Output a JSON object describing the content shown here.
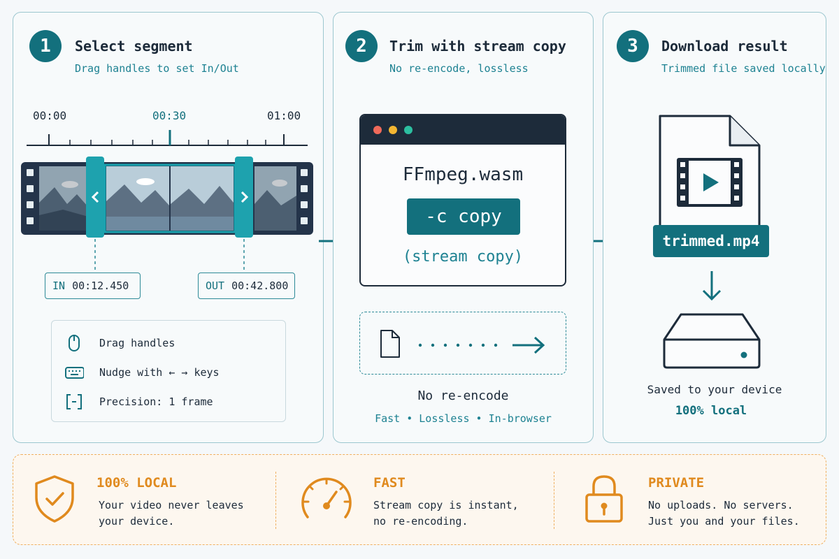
{
  "steps": [
    {
      "number": "1",
      "title": "Select segment",
      "subtitle": "Drag handles to set In/Out"
    },
    {
      "number": "2",
      "title": "Trim with stream copy",
      "subtitle": "No re-encode, lossless"
    },
    {
      "number": "3",
      "title": "Download result",
      "subtitle": "Trimmed file saved locally"
    }
  ],
  "timeline": {
    "ticks": [
      "00:00",
      "00:30",
      "01:00"
    ],
    "in_label": "IN",
    "in_time": "00:12.450",
    "out_label": "OUT",
    "out_time": "00:42.800"
  },
  "hints": [
    {
      "icon": "mouse-icon",
      "text": "Drag handles"
    },
    {
      "icon": "keyboard-icon",
      "text": "Nudge with ← → keys"
    },
    {
      "icon": "brackets-icon",
      "text": "Precision: 1 frame"
    }
  ],
  "browser": {
    "title": "FFmpeg.wasm",
    "command": "-c copy",
    "command_note": "(stream copy)"
  },
  "flow": {
    "title": "No re-encode",
    "tags": "Fast • Lossless • In-browser"
  },
  "download": {
    "filename": "trimmed.mp4",
    "caption": "Saved to your device",
    "highlight": "100% local"
  },
  "features": [
    {
      "icon": "shield-check-icon",
      "title": "100% LOCAL",
      "line1": "Your video never leaves",
      "line2": "your device."
    },
    {
      "icon": "speedometer-icon",
      "title": "FAST",
      "line1": "Stream copy is instant,",
      "line2": "no re-encoding."
    },
    {
      "icon": "padlock-icon",
      "title": "PRIVATE",
      "line1": "No uploads. No servers.",
      "line2": "Just you and your files."
    }
  ],
  "colors": {
    "teal": "#13707d",
    "accent_teal": "#1e8292",
    "dark": "#1d2b3a",
    "orange": "#e08a1e"
  }
}
